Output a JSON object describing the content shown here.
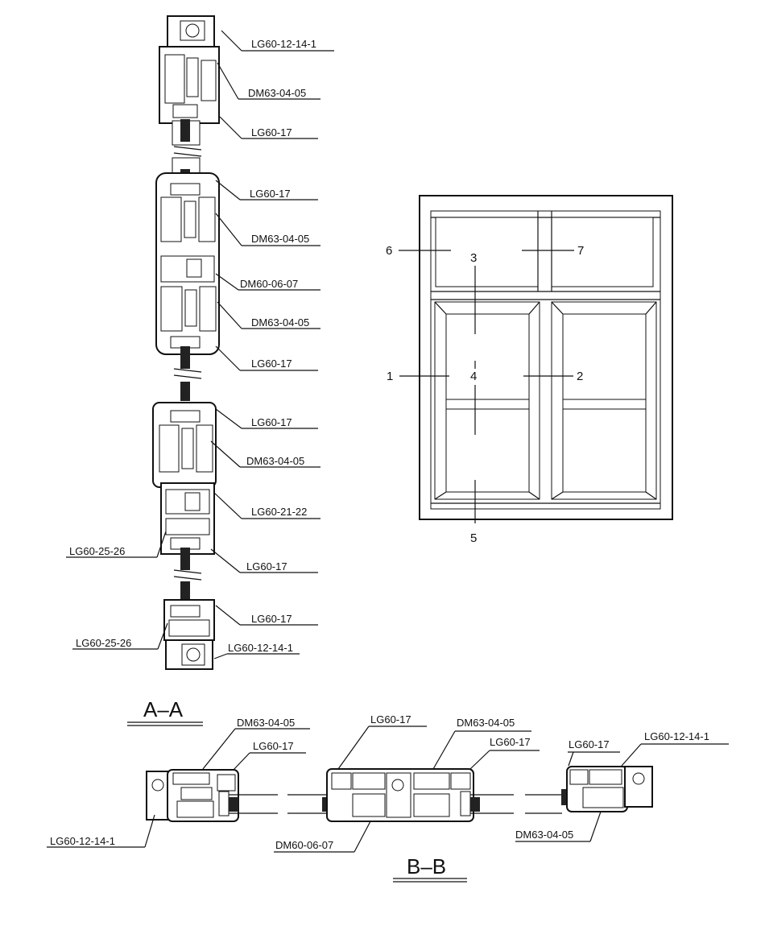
{
  "section_aa": {
    "title": "A–A",
    "labels": [
      "LG60-12-14-1",
      "DM63-04-05",
      "LG60-17",
      "LG60-17",
      "DM63-04-05",
      "DM60-06-07",
      "DM63-04-05",
      "LG60-17",
      "LG60-17",
      "DM63-04-05",
      "LG60-21-22",
      "LG60-25-26",
      "LG60-17",
      "LG60-17",
      "LG60-25-26",
      "LG60-12-14-1"
    ]
  },
  "elevation": {
    "callouts": [
      "1",
      "2",
      "3",
      "4",
      "5",
      "6",
      "7"
    ]
  },
  "section_bb": {
    "title": "B–B",
    "labels": [
      "DM63-04-05",
      "LG60-17",
      "LG60-12-14-1",
      "LG60-17",
      "DM63-04-05",
      "LG60-17",
      "DM60-06-07",
      "LG60-17",
      "LG60-12-14-1",
      "DM63-04-05"
    ]
  }
}
